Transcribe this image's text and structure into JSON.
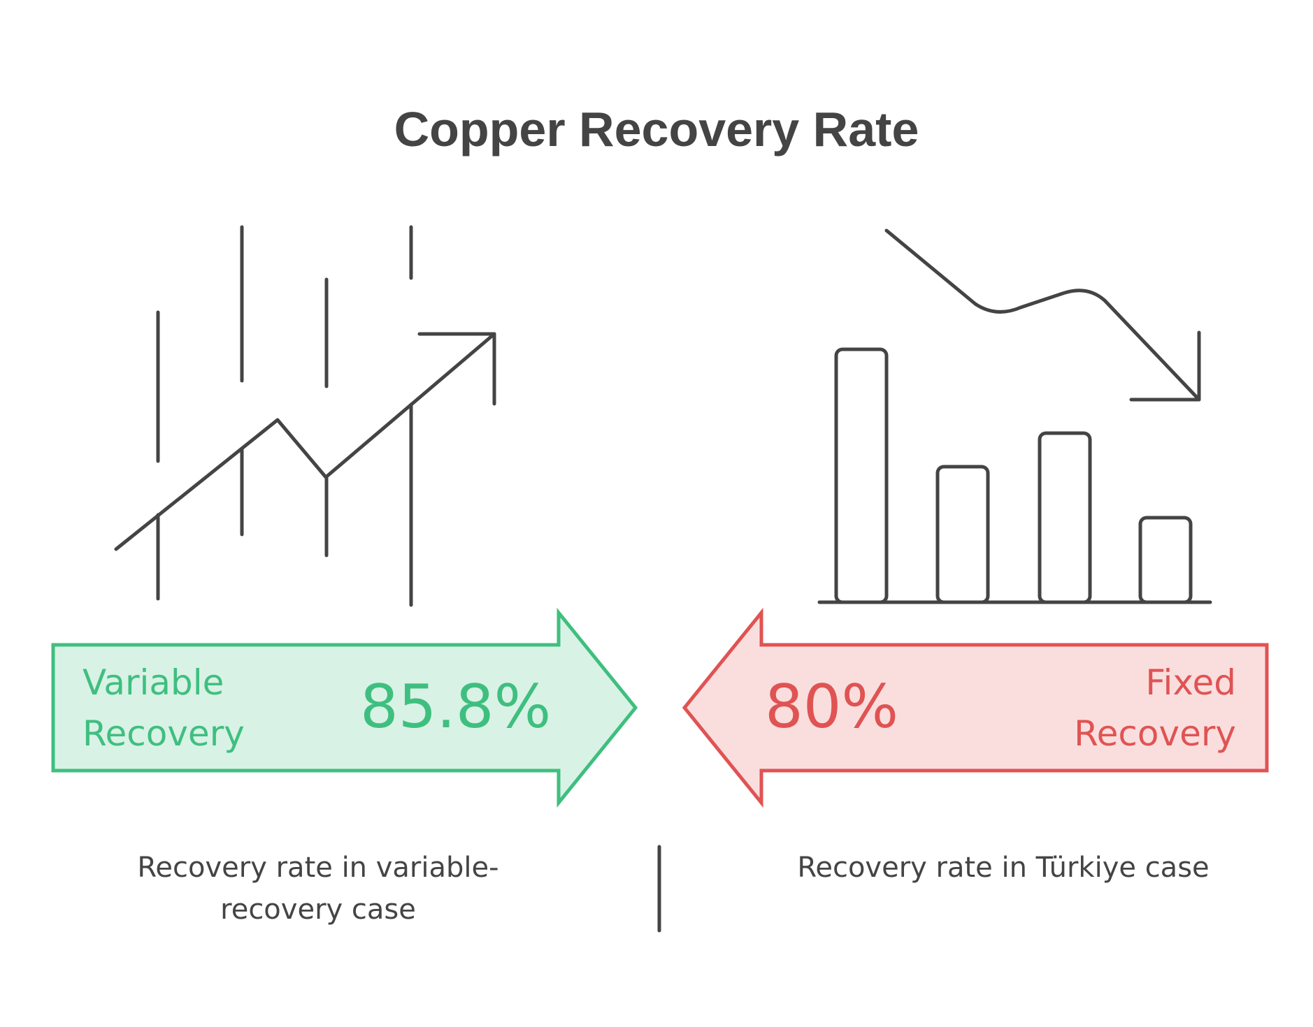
{
  "title": "Copper Recovery Rate",
  "left": {
    "label_line1": "Variable",
    "label_line2": "Recovery",
    "value": "85.8%",
    "description_line1": "Recovery rate in variable-",
    "description_line2": "recovery case",
    "icon": "rising-line-chart-icon"
  },
  "right": {
    "label_line1": "Fixed",
    "label_line2": "Recovery",
    "value": "80%",
    "description": "Recovery rate in Türkiye case",
    "icon": "falling-bar-chart-icon"
  },
  "colors": {
    "green_stroke": "#3fbf7f",
    "green_fill": "#d9f2e6",
    "red_stroke": "#e05353",
    "red_fill": "#fadede",
    "ink": "#444444"
  }
}
